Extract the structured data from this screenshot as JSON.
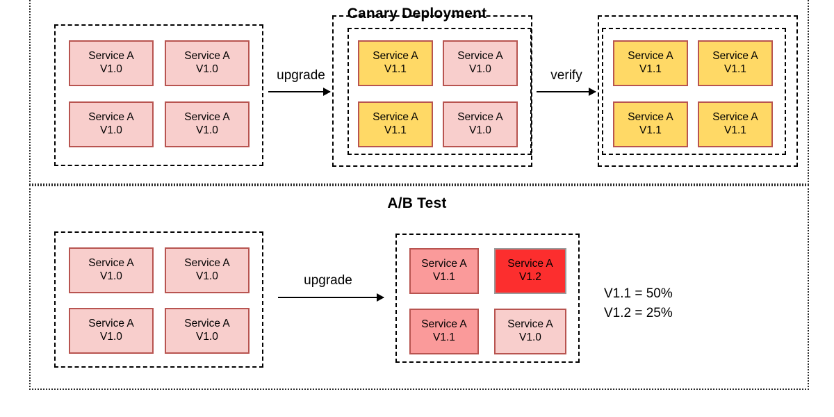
{
  "diagram": {
    "title_canary": "Canary Deployment",
    "title_ab": "A/B Test",
    "node_service_label": "Service A",
    "versions": {
      "v10": "V1.0",
      "v11": "V1.1",
      "v12": "V1.2"
    },
    "colors": {
      "pink": "#f8cecc",
      "yellow": "#ffd966",
      "salmon": "#fa9a9a",
      "red": "#fc2e2e",
      "border_red": "#b85450",
      "border_gray": "#9a9a9a",
      "line": "#000000"
    }
  },
  "canary": {
    "arrows": [
      {
        "label": "upgrade"
      },
      {
        "label": "verify"
      }
    ],
    "groups": [
      {
        "name": "canary-initial-group",
        "nested": false,
        "nodes": [
          {
            "service": "Service A",
            "version": "V1.0",
            "color": "pink"
          },
          {
            "service": "Service A",
            "version": "V1.0",
            "color": "pink"
          },
          {
            "service": "Service A",
            "version": "V1.0",
            "color": "pink"
          },
          {
            "service": "Service A",
            "version": "V1.0",
            "color": "pink"
          }
        ]
      },
      {
        "name": "canary-partial-group",
        "nested": true,
        "nodes": [
          {
            "service": "Service A",
            "version": "V1.1",
            "color": "yellow"
          },
          {
            "service": "Service A",
            "version": "V1.0",
            "color": "pink"
          },
          {
            "service": "Service A",
            "version": "V1.1",
            "color": "yellow"
          },
          {
            "service": "Service A",
            "version": "V1.0",
            "color": "pink"
          }
        ]
      },
      {
        "name": "canary-complete-group",
        "nested": true,
        "nodes": [
          {
            "service": "Service A",
            "version": "V1.1",
            "color": "yellow"
          },
          {
            "service": "Service A",
            "version": "V1.1",
            "color": "yellow"
          },
          {
            "service": "Service A",
            "version": "V1.1",
            "color": "yellow"
          },
          {
            "service": "Service A",
            "version": "V1.1",
            "color": "yellow"
          }
        ]
      }
    ]
  },
  "abtest": {
    "arrows": [
      {
        "label": "upgrade"
      }
    ],
    "groups": [
      {
        "name": "ab-initial-group",
        "nodes": [
          {
            "service": "Service A",
            "version": "V1.0",
            "color": "pink"
          },
          {
            "service": "Service A",
            "version": "V1.0",
            "color": "pink"
          },
          {
            "service": "Service A",
            "version": "V1.0",
            "color": "pink"
          },
          {
            "service": "Service A",
            "version": "V1.0",
            "color": "pink"
          }
        ]
      },
      {
        "name": "ab-result-group",
        "nodes": [
          {
            "service": "Service A",
            "version": "V1.1",
            "color": "salmon"
          },
          {
            "service": "Service A",
            "version": "V1.2",
            "color": "red"
          },
          {
            "service": "Service A",
            "version": "V1.1",
            "color": "salmon"
          },
          {
            "service": "Service A",
            "version": "V1.0",
            "color": "pale"
          }
        ]
      }
    ],
    "legend": [
      "V1.1 = 50%",
      "V1.2 = 25%"
    ]
  }
}
